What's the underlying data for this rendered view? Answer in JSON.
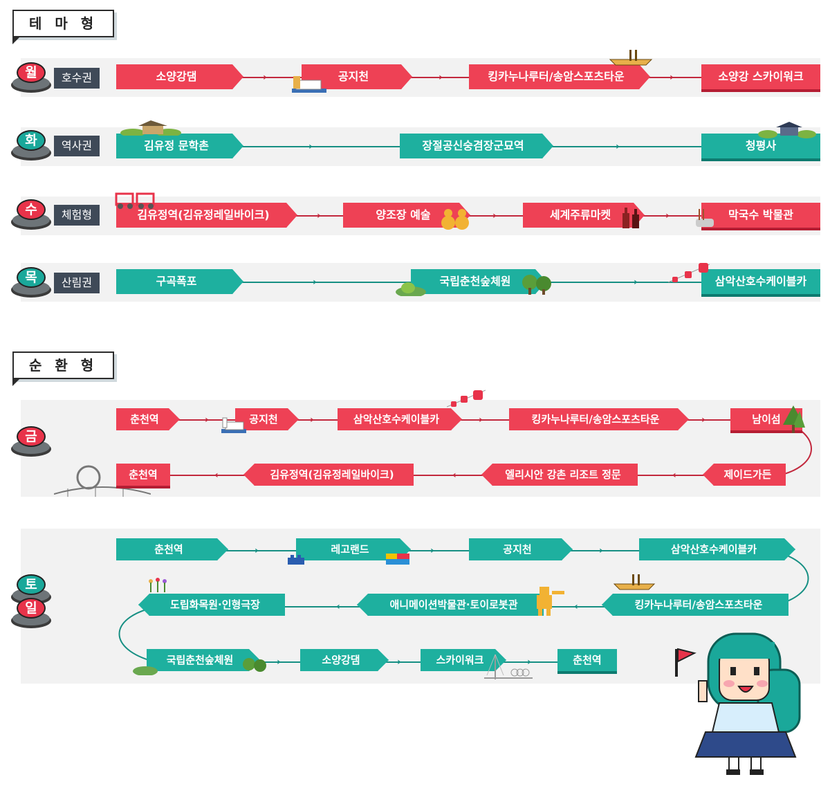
{
  "sections": {
    "theme": "테 마 형",
    "loop": "순 환 형"
  },
  "colors": {
    "red": "#ee4155",
    "teal": "#1eb09f",
    "label_bg": "#3f4a58"
  },
  "theme_days": [
    {
      "day": "월",
      "label": "호수권",
      "stops": [
        "소양강댐",
        "공지천",
        "킹카누나루터/송암스포츠타운",
        "소양강 스카이워크"
      ]
    },
    {
      "day": "화",
      "label": "역사권",
      "stops": [
        "김유정 문학촌",
        "장절공신숭겸장군묘역",
        "청평사"
      ]
    },
    {
      "day": "수",
      "label": "체험형",
      "stops": [
        "김유정역(김유정레일바이크)",
        "양조장 예술",
        "세계주류마켓",
        "막국수 박물관"
      ]
    },
    {
      "day": "목",
      "label": "산림권",
      "stops": [
        "구곡폭포",
        "국립춘천숲체원",
        "삼악산호수케이블카"
      ]
    }
  ],
  "loop_days": [
    {
      "day": "금",
      "row1": [
        "춘천역",
        "공지천",
        "삼악산호수케이블카",
        "킹카누나루터/송암스포츠타운",
        "남이섬"
      ],
      "row2": [
        "제이드가든",
        "엘리시안 강촌 리조트 정문",
        "김유정역(김유정레일바이크)",
        "춘천역"
      ]
    },
    {
      "day": [
        "토",
        "일"
      ],
      "row1": [
        "춘천역",
        "레고랜드",
        "공지천",
        "삼악산호수케이블카"
      ],
      "row2": [
        "킹카누나루터/송암스포츠타운",
        "애니메이션박물관·토이로봇관",
        "도립화목원·인형극장"
      ],
      "row3": [
        "국립춘천숲체원",
        "소양강댐",
        "스카이워크",
        "춘천역"
      ]
    }
  ],
  "icons": [
    "canoe-icon",
    "swan-boat-icon",
    "hanok-icon",
    "temple-icon",
    "railbike-icon",
    "gourd-icon",
    "bottle-icon",
    "noodle-icon",
    "forest-icon",
    "cablecar-icon",
    "tree-icon",
    "ferris-wheel-icon",
    "lego-icon",
    "robot-icon",
    "flower-icon",
    "skywalk-icon",
    "mascot-girl-icon"
  ]
}
